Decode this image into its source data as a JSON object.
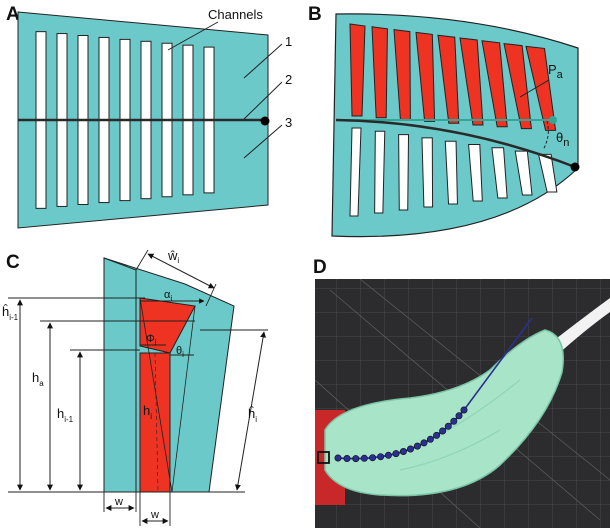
{
  "colors": {
    "body": "#6cc9c9",
    "channel": "#ffffff",
    "pressurized": "#ee3322",
    "layer": "#2a2a2a",
    "fixed_point": "#000000",
    "reference_line": "#2fa89a",
    "trajectory": "#2b2f8f"
  },
  "panels": {
    "a": {
      "letter": "A",
      "channels_label": "Channels",
      "callouts": [
        "1",
        "2",
        "3"
      ],
      "channel_count": 9
    },
    "b": {
      "letter": "B",
      "pressure_label_main": "P",
      "pressure_label_sub": "a",
      "angle_label_main": "θ",
      "angle_label_sub": "n"
    },
    "c": {
      "letter": "C",
      "w_hat_main": "ŵ",
      "w_hat_sub": "i",
      "alpha_main": "α",
      "alpha_sub": "i",
      "phi_main": "Φ",
      "phi_sub": "i",
      "theta_main": "θ",
      "theta_sub": "i",
      "h_hat_prev_main": "ĥ",
      "h_hat_prev_sub": "i-1",
      "h_a_main": "h",
      "h_a_sub": "a",
      "h_prev_main": "h",
      "h_prev_sub": "i-1",
      "h_i_main": "h",
      "h_i_sub": "i",
      "h_hat_i_main": "ĥ",
      "h_hat_i_sub": "i",
      "w_label_1": "w",
      "w_label_2": "w"
    },
    "d": {
      "letter": "D",
      "marker_count": 19
    }
  }
}
